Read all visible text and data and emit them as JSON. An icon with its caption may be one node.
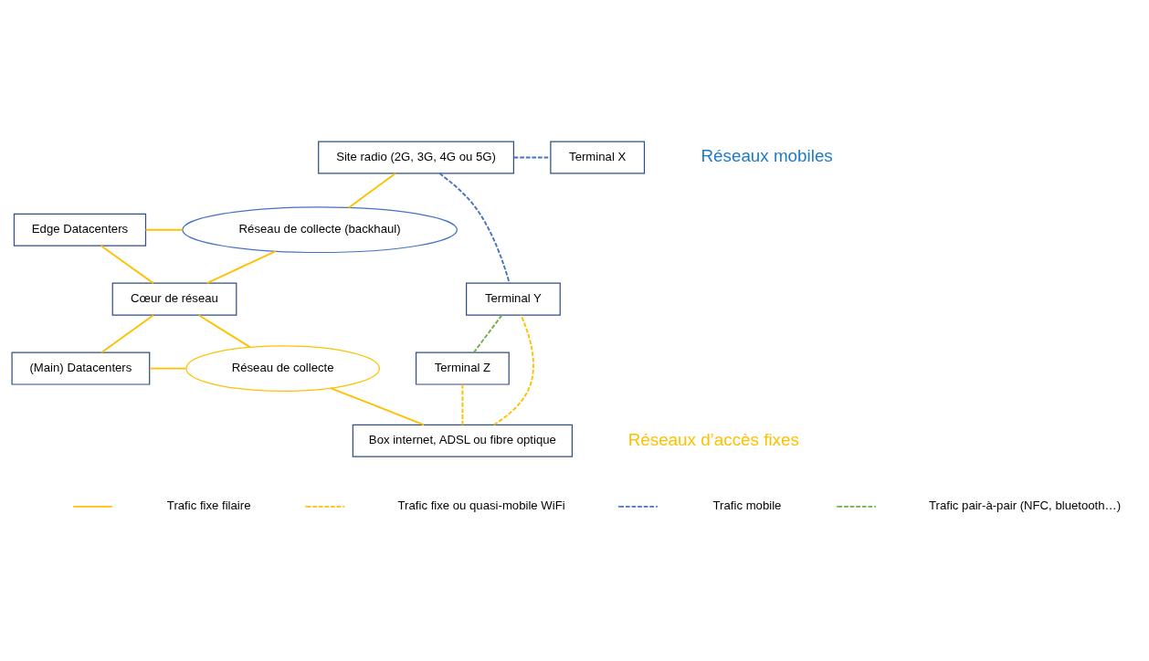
{
  "diagram": {
    "nodes": [
      {
        "text": [
          "Site radio (2G, 3G, 4G ou 5G)"
        ]
      },
      {
        "text": [
          "Terminal X"
        ]
      },
      {
        "text": [
          "Réseau de collecte (backhaul)"
        ]
      },
      {
        "text": [
          "Edge Datacenters"
        ]
      },
      {
        "text": [
          "Cœur de réseau"
        ]
      },
      {
        "text": [
          "Terminal Y"
        ]
      },
      {
        "text": [
          "(Main) Datacenters"
        ]
      },
      {
        "text": [
          "Réseau de collecte"
        ]
      },
      {
        "text": [
          "Terminal Z"
        ]
      },
      {
        "text": [
          "Box internet, ADSL ou fibre optique"
        ]
      }
    ],
    "edges": [
      {
        "from": 0,
        "to": 1,
        "arrow": "none",
        "style": "dashed",
        "color": "#4472c4"
      },
      {
        "from": 0,
        "to": 5,
        "arrow": "none",
        "style": "dashed",
        "color": "#4472c4"
      },
      {
        "from": 0,
        "to": 2,
        "arrow": "none"
      },
      {
        "from": 3,
        "to": 2,
        "arrow": "none"
      },
      {
        "from": 3,
        "to": 4,
        "arrow": "none"
      },
      {
        "from": 2,
        "to": 4,
        "arrow": "none"
      },
      {
        "from": 6,
        "to": 4,
        "arrow": "none"
      },
      {
        "from": 4,
        "to": 7,
        "arrow": "none"
      },
      {
        "from": 6,
        "to": 7,
        "arrow": "none"
      },
      {
        "from": 7,
        "to": 9,
        "arrow": "none"
      },
      {
        "from": 9,
        "to": 5,
        "arrow": "none",
        "style": "dashed"
      },
      {
        "from": 9,
        "to": 8,
        "arrow": "none",
        "style": "dashed"
      },
      {
        "from": 5,
        "to": 8,
        "arrow": "none",
        "style": "dashed",
        "color": "#70ad47"
      }
    ],
    "labels": [
      "Réseaux mobiles",
      "Réseaux d’accès fixes"
    ],
    "legend": [
      {
        "text": "Trafic fixe filaire"
      },
      {
        "text": "Trafic fixe ou quasi-mobile WiFi"
      },
      {
        "text": "Trafic mobile"
      },
      {
        "text": "Trafic pair-à-pair (NFC, bluetooth…)"
      }
    ]
  }
}
